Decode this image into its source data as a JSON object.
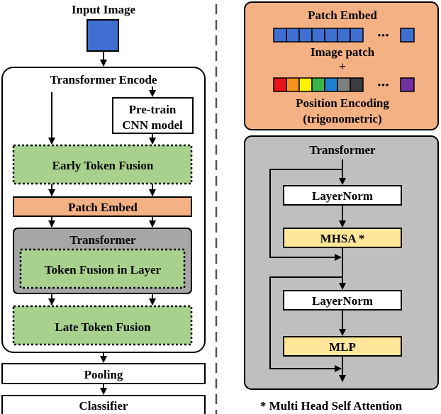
{
  "left": {
    "input_image_label": "Input Image",
    "encoder_title": "Transformer Encode",
    "cnn_line1": "Pre-train",
    "cnn_line2": "CNN model",
    "early_fusion": "Early Token Fusion",
    "patch_embed": "Patch Embed",
    "transformer_title": "Transformer",
    "layer_fusion": "Token Fusion in Layer",
    "late_fusion": "Late Token Fusion",
    "pooling": "Pooling",
    "classifier": "Classifier"
  },
  "patch_embed_panel": {
    "title": "Patch Embed",
    "image_patch_label": "Image patch",
    "plus": "+",
    "position_line1": "Position Encoding",
    "position_line2": "(trigonometric)",
    "ellipsis": "•••",
    "patch_color": "#3f6fd0",
    "position_colors": [
      "#e8141b",
      "#f7941d",
      "#fff200",
      "#3ab54a",
      "#1f7fd0",
      "#7f7f7f",
      "#3d3d3d"
    ],
    "last_position_color": "#7030a0"
  },
  "transformer_panel": {
    "title": "Transformer",
    "layernorm1": "LayerNorm",
    "mhsa": "MHSA *",
    "layernorm2": "LayerNorm",
    "mlp": "MLP"
  },
  "footnote": "* Multi Head Self Attention",
  "colors": {
    "input_square": "#3f6fd0",
    "fusion_green": "#a9d18e",
    "patch_orange": "#f4b183",
    "transformer_gray": "#a6a6a6",
    "panel_gray": "#bfbfbf",
    "block_yellow": "#ffe699"
  }
}
